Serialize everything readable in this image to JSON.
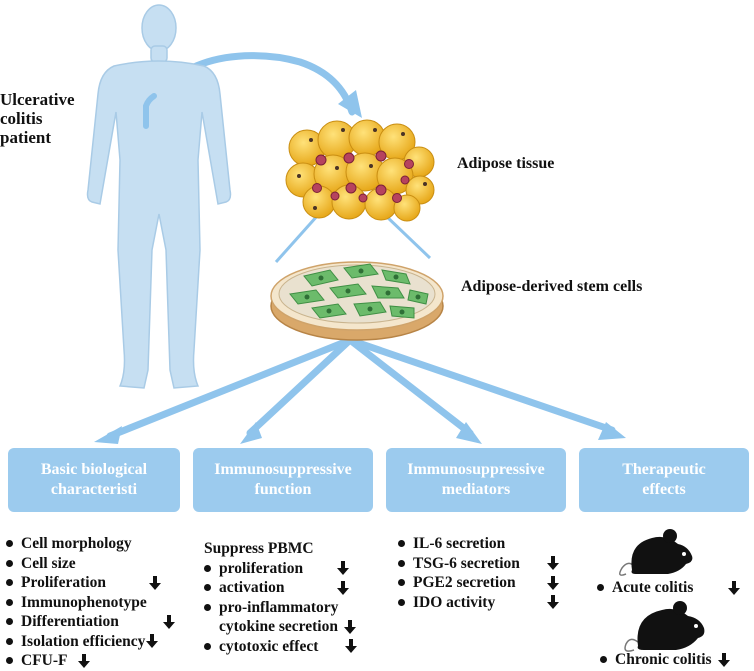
{
  "labels": {
    "patient": [
      "Ulcerative",
      "colitis",
      "patient"
    ],
    "adipose_tissue": "Adipose tissue",
    "adsc": "Adipose-derived stem cells"
  },
  "boxes": [
    {
      "lines": [
        "Basic biological",
        "characteristi"
      ]
    },
    {
      "lines": [
        "Immunosuppressive",
        "function"
      ]
    },
    {
      "lines": [
        "Immunosuppressive",
        "mediators"
      ]
    },
    {
      "lines": [
        "Therapeutic",
        "effects"
      ]
    }
  ],
  "lists": {
    "basic": [
      {
        "text": "Cell morphology",
        "down": false
      },
      {
        "text": "Cell size",
        "down": false
      },
      {
        "text": "Proliferation",
        "down": true
      },
      {
        "text": "Immunophenotype",
        "down": false
      },
      {
        "text": "Differentiation",
        "down": true
      },
      {
        "text": "Isolation efficiency",
        "down": true
      },
      {
        "text": "CFU-F",
        "down": true
      }
    ],
    "function_heading": "Suppress PBMC",
    "function": [
      {
        "text": "proliferation",
        "down": true
      },
      {
        "text": "activation",
        "down": true
      },
      {
        "text": "pro-inflammatory",
        "down": false
      },
      {
        "text": "cytokine secretion",
        "down": true,
        "continuation": true
      },
      {
        "text": "cytotoxic effect",
        "down": true
      }
    ],
    "mediators": [
      {
        "text": "IL-6 secretion",
        "down": false
      },
      {
        "text": "TSG-6 secretion",
        "down": true
      },
      {
        "text": "PGE2 secretion",
        "down": true
      },
      {
        "text": "IDO activity",
        "down": true
      }
    ],
    "effects": [
      {
        "text": "Acute colitis",
        "down": true
      },
      {
        "text": "Chronic colitis",
        "down": true
      }
    ]
  },
  "colors": {
    "box": "#9ccbee",
    "arrow": "#8fc4ec",
    "body": "#c6dff2",
    "fat": "#f5c431",
    "cell": "#66b86a"
  },
  "icons": [
    "human-body-icon",
    "adipose-cells-icon",
    "petri-dish-icon",
    "mouse-icon",
    "down-arrow-icon"
  ]
}
